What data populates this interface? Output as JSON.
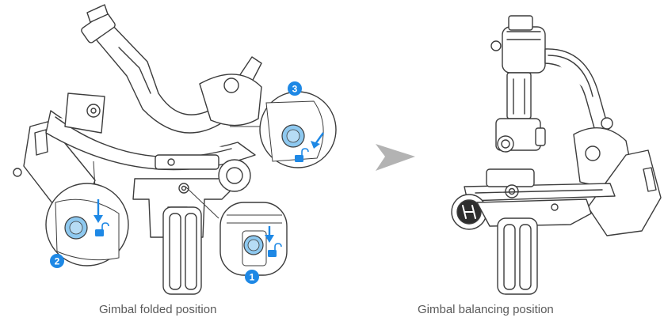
{
  "captions": {
    "folded": "Gimbal folded position",
    "balancing": "Gimbal balancing position"
  },
  "steps": [
    {
      "number": "1"
    },
    {
      "number": "2"
    },
    {
      "number": "3"
    }
  ],
  "colors": {
    "line": "#3c3c3c",
    "accent_blue": "#1e88e5",
    "light_blue": "#8ec9f0",
    "arrow_gray": "#b3b3b3",
    "caption_text": "#5a5a5a"
  },
  "icons": [
    "unlock-icon",
    "down-arrow-icon",
    "right-arrow-icon",
    "brand-logo-icon"
  ]
}
